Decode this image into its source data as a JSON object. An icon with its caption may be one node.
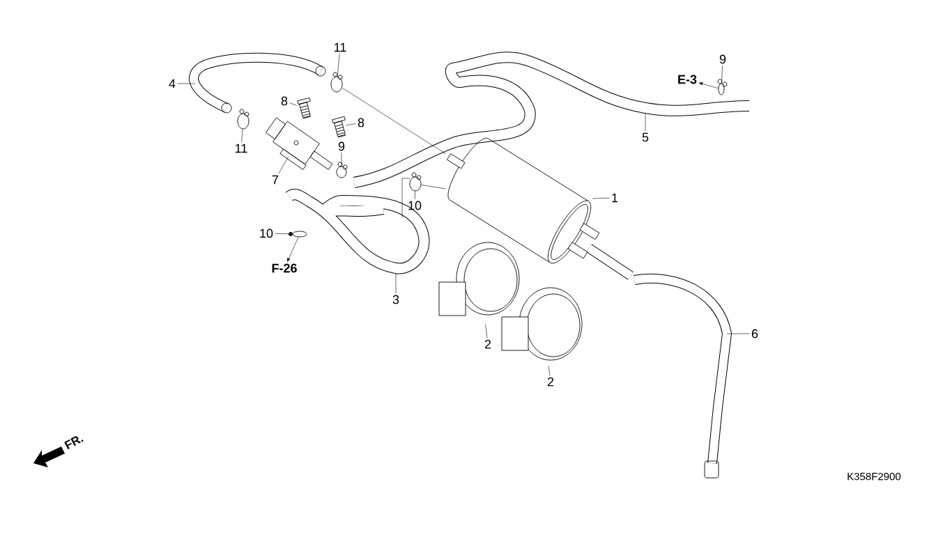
{
  "diagram": {
    "nodes": [
      {
        "text": [
          "11"
        ]
      },
      {
        "text": [
          "9"
        ]
      },
      {
        "text": [
          "4"
        ]
      },
      {
        "text": [
          "E-3"
        ]
      },
      {
        "text": [
          "8"
        ]
      },
      {
        "text": [
          "8"
        ]
      },
      {
        "text": [
          "5"
        ]
      },
      {
        "text": [
          "11"
        ]
      },
      {
        "text": [
          "9"
        ]
      },
      {
        "text": [
          "7"
        ]
      },
      {
        "text": [
          "1"
        ]
      },
      {
        "text": [
          "10"
        ]
      },
      {
        "text": [
          "10"
        ]
      },
      {
        "text": [
          "F-26"
        ]
      },
      {
        "text": [
          "3"
        ]
      },
      {
        "text": [
          "6"
        ]
      },
      {
        "text": [
          "2"
        ]
      },
      {
        "text": [
          "2"
        ]
      },
      {
        "text": [],
        "shape": "circle"
      },
      {
        "text": [],
        "shape": "circle"
      },
      {
        "text": [],
        "shape": "picture"
      },
      {
        "text": [],
        "shape": "picture"
      },
      {
        "text": [],
        "shape": "circle"
      },
      {
        "text": [],
        "shape": "picture"
      },
      {
        "text": [],
        "shape": "circle"
      },
      {
        "text": [],
        "shape": "cylinder"
      },
      {
        "text": [],
        "shape": "circle"
      },
      {
        "text": [],
        "shape": "circle"
      },
      {
        "text": [],
        "shape": "picture"
      },
      {
        "text": [],
        "shape": "picture"
      }
    ],
    "edges": [
      {
        "from": 0,
        "to": 18,
        "arrow": "none"
      },
      {
        "from": 1,
        "to": 19,
        "arrow": "none"
      },
      {
        "from": 2,
        "to": null,
        "arrow": "none"
      },
      {
        "from": 4,
        "to": 20,
        "arrow": "none"
      },
      {
        "from": 5,
        "to": 21,
        "arrow": "none"
      },
      {
        "from": 6,
        "to": null,
        "arrow": "none"
      },
      {
        "from": 7,
        "to": 22,
        "arrow": "none"
      },
      {
        "from": 8,
        "to": 24,
        "arrow": "none"
      },
      {
        "from": 9,
        "to": 23,
        "arrow": "none"
      },
      {
        "from": 10,
        "to": 25,
        "arrow": "none"
      },
      {
        "from": 11,
        "to": 26,
        "arrow": "none"
      },
      {
        "from": 12,
        "to": 27,
        "arrow": "none"
      },
      {
        "from": 14,
        "to": null,
        "arrow": "none"
      },
      {
        "from": 15,
        "to": null,
        "arrow": "none"
      },
      {
        "from": 16,
        "to": 28,
        "arrow": "none"
      },
      {
        "from": 17,
        "to": 29,
        "arrow": "none"
      },
      {
        "from": 19,
        "to": 3,
        "arrow": "to"
      },
      {
        "from": 27,
        "to": 13,
        "arrow": "to"
      },
      {
        "from": 18,
        "to": 25,
        "arrow": "none"
      },
      {
        "from": 26,
        "to": 25,
        "arrow": "none"
      }
    ],
    "labels": [
      "FR.",
      "K358F2900"
    ]
  }
}
